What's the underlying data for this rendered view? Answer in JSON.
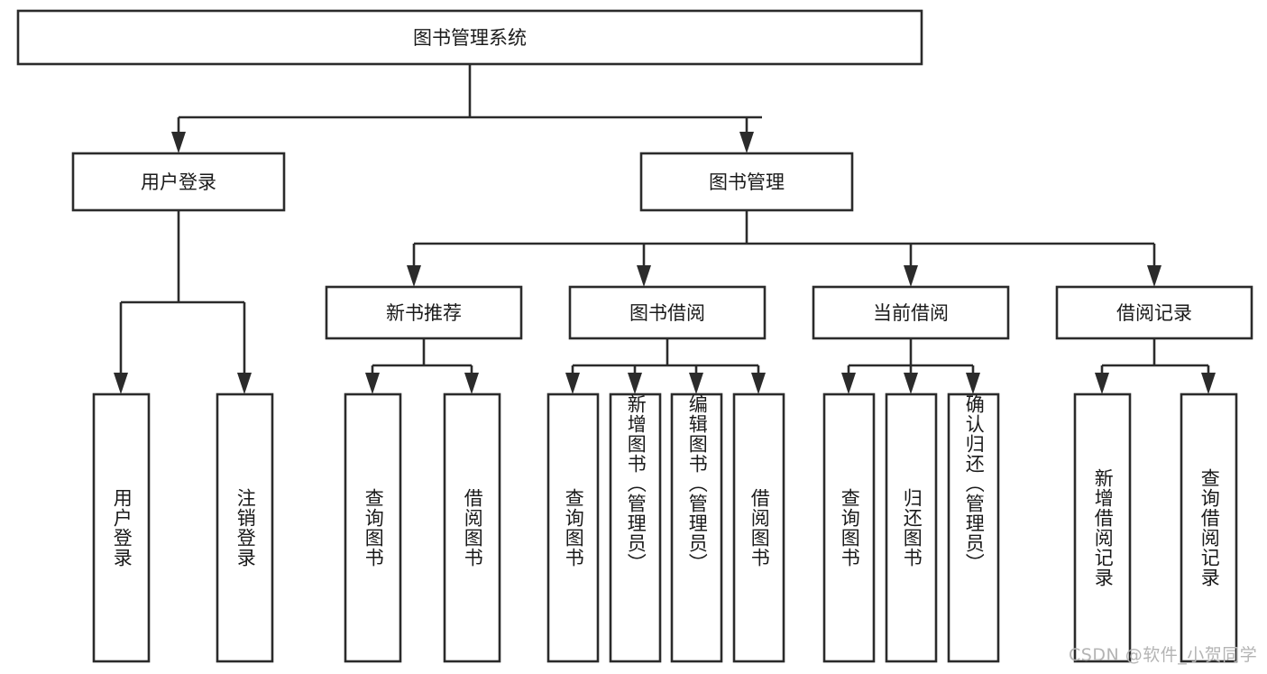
{
  "diagram": {
    "type": "tree",
    "title": "图书管理系统",
    "watermark": "CSDN @软件_小贺同学",
    "colors": {
      "box_stroke": "#2b2b2b",
      "box_fill": "#ffffff",
      "text": "#1a1a1a",
      "background": "#ffffff",
      "watermark": "#b4b4b4"
    },
    "root": {
      "label": "图书管理系统"
    },
    "level1": [
      {
        "label": "用户登录"
      },
      {
        "label": "图书管理"
      }
    ],
    "level2": [
      {
        "label": "新书推荐"
      },
      {
        "label": "图书借阅"
      },
      {
        "label": "当前借阅"
      },
      {
        "label": "借阅记录"
      }
    ],
    "leaves": {
      "user_login": [
        {
          "label": "用户登录"
        },
        {
          "label": "注销登录"
        }
      ],
      "new_book_recommend": [
        {
          "label": "查询图书"
        },
        {
          "label": "借阅图书"
        }
      ],
      "book_borrow": [
        {
          "label": "查询图书"
        },
        {
          "label": "新增图书（管理员）"
        },
        {
          "label": "编辑图书（管理员）"
        },
        {
          "label": "借阅图书"
        }
      ],
      "current_borrow": [
        {
          "label": "查询图书"
        },
        {
          "label": "归还图书"
        },
        {
          "label": "确认归还（管理员）"
        }
      ],
      "borrow_record": [
        {
          "label": "新增借阅记录"
        },
        {
          "label": "查询借阅记录"
        }
      ]
    }
  }
}
